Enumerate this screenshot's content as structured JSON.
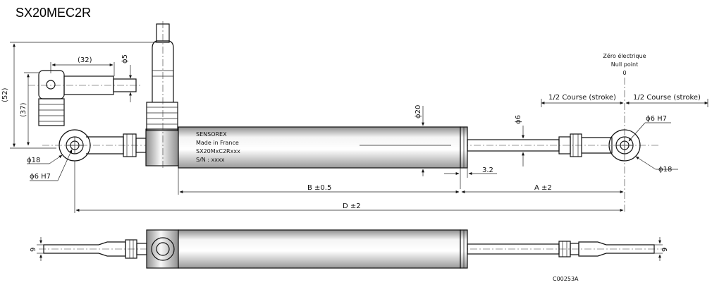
{
  "title": "SX20MEC2R",
  "label": {
    "brand": "SENSOREX",
    "origin": "Made in France",
    "model": "SX20MxC2Rxxx",
    "serial": "S/N : xxxx"
  },
  "dimensions": {
    "d52": "(52)",
    "d37": "(37)",
    "d32": "(32)",
    "phi5": "ϕ5",
    "phi18_left": "ϕ18",
    "phi6h7_left": "ϕ6 H7",
    "phi20": "ϕ20",
    "phi6": "ϕ6",
    "phi6h7_right": "ϕ6 H7",
    "phi18_right": "ϕ18",
    "d3_2": "3.2",
    "b": "B ±0.5",
    "a": "A ±2",
    "d": "D ±2",
    "nine_left": "9",
    "nine_right": "9"
  },
  "null_point": {
    "fr": "Zéro électrique",
    "en": "Null point",
    "zero": "0"
  },
  "stroke": {
    "left": "1/2 Course (stroke)",
    "right": "1/2 Course (stroke)"
  },
  "drawing_code": "C00253A",
  "colors": {
    "line": "#111111",
    "body_gradient_light": "#f7f7f7",
    "body_gradient_dark": "#9a9a9a"
  }
}
